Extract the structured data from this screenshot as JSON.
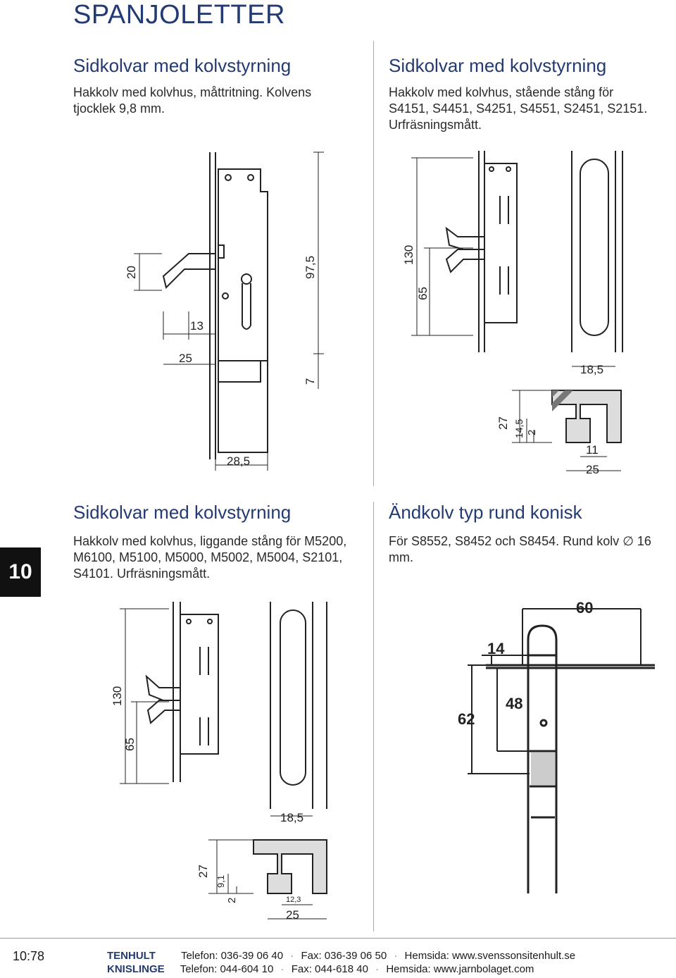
{
  "page_title": "SPANJOLETTER",
  "chapter_tab": "10",
  "sections": [
    {
      "title": "Sidkolvar med kolvstyrning",
      "desc": "Hakkolv med kolvhus, måttritning. Kolvens tjocklek 9,8 mm."
    },
    {
      "title": "Sidkolvar med kolvstyrning",
      "desc": "Hakkolv med kolvhus, stående stång för S4151, S4451, S4251, S4551, S2451, S2151. Urfräsningsmått."
    },
    {
      "title": "Sidkolvar med kolvstyrning",
      "desc": "Hakkolv med kolvhus, liggande stång för M5200, M6100, M5100, M5000, M5002, M5004, S2101, S4101. Urfräsningsmått."
    },
    {
      "title": "Ändkolv typ rund konisk",
      "desc": "För S8552, S8452 och S8454. Rund kolv ∅ 16 mm."
    }
  ],
  "figure1_dims": {
    "d20": "20",
    "d97_5": "97,5",
    "d13": "13",
    "d25": "25",
    "d7": "7",
    "d28_5": "28,5"
  },
  "figure2_dims": {
    "d130": "130",
    "d65": "65",
    "d18_5": "18,5",
    "d27": "27",
    "d14_5": "14,5",
    "d2": "2",
    "d11": "11",
    "d25": "25"
  },
  "figure3_dims": {
    "d130": "130",
    "d65": "65",
    "d18_5": "18,5",
    "d27": "27",
    "d9_1": "9,1",
    "d2": "2",
    "d12_3": "12,3",
    "d25": "25"
  },
  "figure4_dims": {
    "d60": "60",
    "d14": "14",
    "d48": "48",
    "d62": "62"
  },
  "footer": {
    "page_number": "10:78",
    "rows": [
      {
        "brand": "TENHULT",
        "phone": "Telefon: 036-39 06 40",
        "fax": "Fax: 036-39 06 50",
        "web": "Hemsida: www.svenssonsitenhult.se"
      },
      {
        "brand": "KNISLINGE",
        "phone": "Telefon: 044-604 10",
        "fax": "Fax: 044-618 40",
        "web": "Hemsida: www.jarnbolaget.com"
      }
    ]
  }
}
